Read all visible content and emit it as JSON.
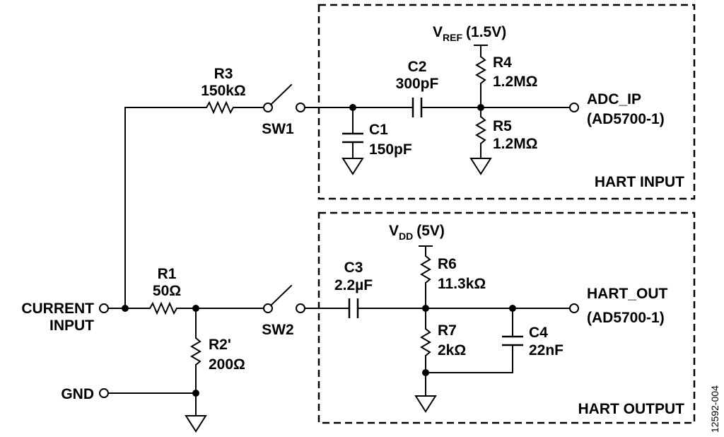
{
  "blocks": {
    "hart_input": {
      "label": "HART INPUT"
    },
    "hart_output": {
      "label": "HART OUTPUT"
    }
  },
  "terminals": {
    "current_input": {
      "line1": "CURRENT",
      "line2": "INPUT"
    },
    "gnd": {
      "label": "GND"
    },
    "adc_ip": {
      "line1": "ADC_IP",
      "line2": "(AD5700-1)"
    },
    "hart_out": {
      "line1": "HART_OUT",
      "line2": "(AD5700-1)"
    }
  },
  "supplies": {
    "vref": {
      "main": "V",
      "sub": "REF",
      "value": "(1.5V)"
    },
    "vdd": {
      "main": "V",
      "sub": "DD",
      "value": "(5V)"
    }
  },
  "components": {
    "R1": {
      "ref": "R1",
      "value": "50Ω"
    },
    "R2": {
      "ref": "R2'",
      "value": "200Ω"
    },
    "R3": {
      "ref": "R3",
      "value": "150kΩ"
    },
    "R4": {
      "ref": "R4",
      "value": "1.2MΩ"
    },
    "R5": {
      "ref": "R5",
      "value": "1.2MΩ"
    },
    "R6": {
      "ref": "R6",
      "value": "11.3kΩ"
    },
    "R7": {
      "ref": "R7",
      "value": "2kΩ"
    },
    "C1": {
      "ref": "C1",
      "value": "150pF"
    },
    "C2": {
      "ref": "C2",
      "value": "300pF"
    },
    "C3": {
      "ref": "C3",
      "value": "2.2µF"
    },
    "C4": {
      "ref": "C4",
      "value": "22nF"
    },
    "SW1": {
      "ref": "SW1"
    },
    "SW2": {
      "ref": "SW2"
    }
  },
  "figure_id": "12592-004"
}
